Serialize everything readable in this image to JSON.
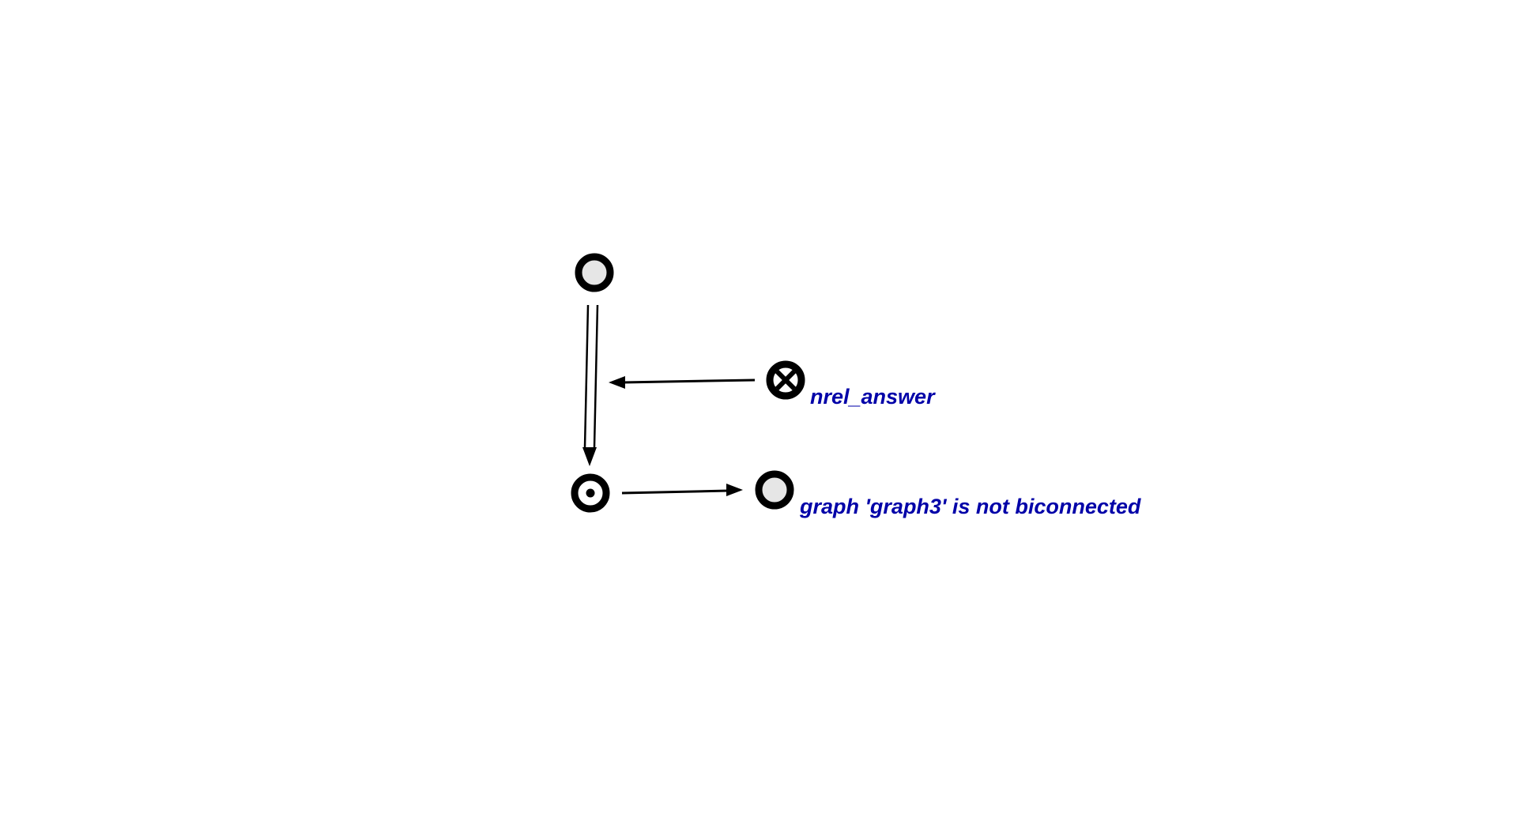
{
  "diagram": {
    "labels": {
      "relation": "nrel_answer",
      "answer": "graph 'graph3' is not biconnected"
    },
    "colors": {
      "label": "#0000a8",
      "node_fill": "#e6e6e6",
      "stroke": "#000000"
    },
    "nodes": [
      {
        "id": "question",
        "kind": "node"
      },
      {
        "id": "structure",
        "kind": "structure-node"
      },
      {
        "id": "relation",
        "kind": "relation-node"
      },
      {
        "id": "answer",
        "kind": "node"
      }
    ],
    "edges": [
      {
        "from": "question",
        "to": "structure",
        "kind": "double-arc"
      },
      {
        "from": "relation",
        "to": "question-structure-arc",
        "kind": "arc"
      },
      {
        "from": "structure",
        "to": "answer",
        "kind": "arc"
      }
    ]
  }
}
